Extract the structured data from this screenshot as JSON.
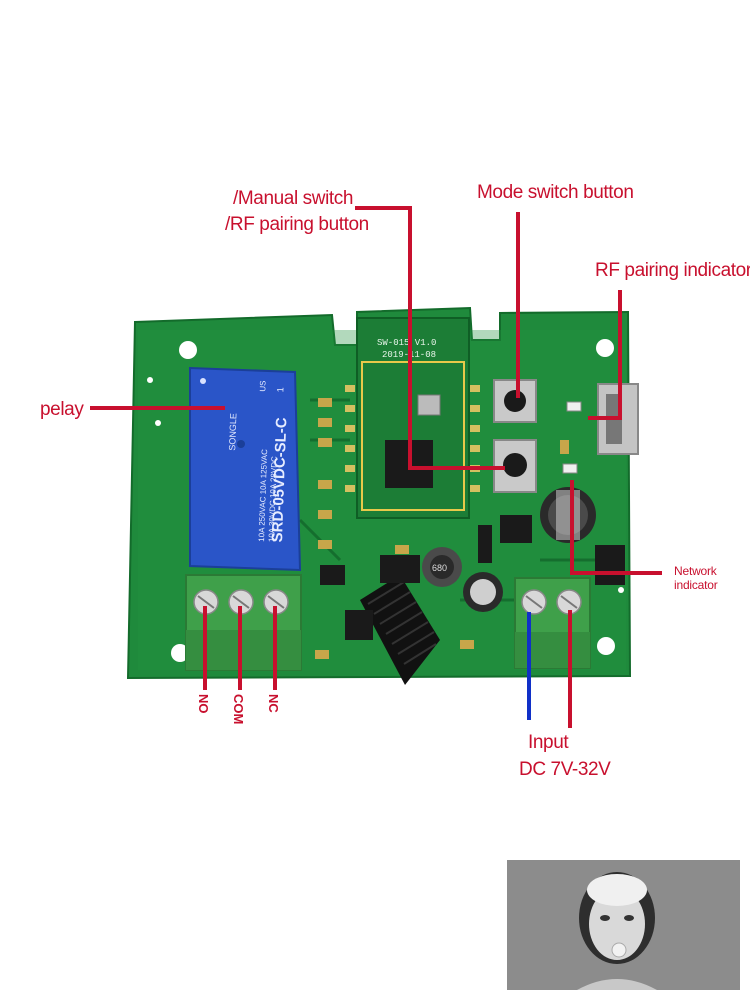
{
  "labels": {
    "manual_switch_line1": "/Manual switch",
    "manual_switch_line2": "/RF pairing button",
    "mode_switch": "Mode switch button",
    "rf_pairing_indicator": "RF  pairing  indicator",
    "relay": "pelay",
    "network_indicator_line1": "Network",
    "network_indicator_line2": "indicator",
    "terminal_no": "NO",
    "terminal_com": "COM",
    "terminal_nc": "NC",
    "input_line1": "Input",
    "input_line2": "DC 7V-32V"
  },
  "board_markings": {
    "module_id": "SW-015 V1.0",
    "module_date": "2019-11-08",
    "relay_brand": "SONGLE",
    "relay_model": "SRD-05VDC-SL-C",
    "relay_rating_1": "10A 250VAC  10A 125VAC",
    "relay_rating_2": "10A 30VDC  10A 28VDC",
    "relay_pin": "1",
    "relay_cert": "US",
    "inductor_code": "680"
  },
  "colors": {
    "annotation_red": "#c8102e",
    "annotation_blue": "#1030c8",
    "pcb_green": "#1f8a3c",
    "relay_blue": "#2a55c8",
    "terminal_green": "#3fa04a"
  },
  "photo_inset": {
    "description_icon": "portrait-photo"
  }
}
